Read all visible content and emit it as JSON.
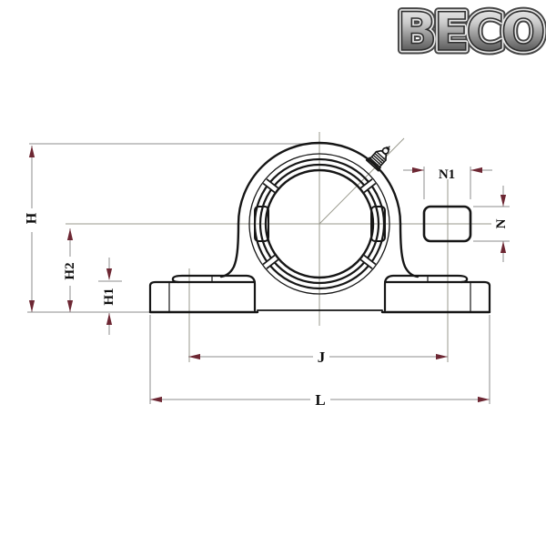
{
  "logo": {
    "text": "BECO"
  },
  "drawing": {
    "title": "pillow-block-bearing-front-view",
    "labels": {
      "h": "H",
      "h2": "H2",
      "h1": "H1",
      "n1": "N1",
      "n": "N",
      "j": "J",
      "l": "L"
    },
    "colors": {
      "object_line": "#161616",
      "dimension_line": "#8c8c8c",
      "centerline": "#9a9a8e",
      "arrow": "#6d2733",
      "label": "#0e0e0e",
      "logo_outline": "#454545",
      "logo_highlight": "#e8e8e8",
      "background": "#ffffff"
    }
  }
}
